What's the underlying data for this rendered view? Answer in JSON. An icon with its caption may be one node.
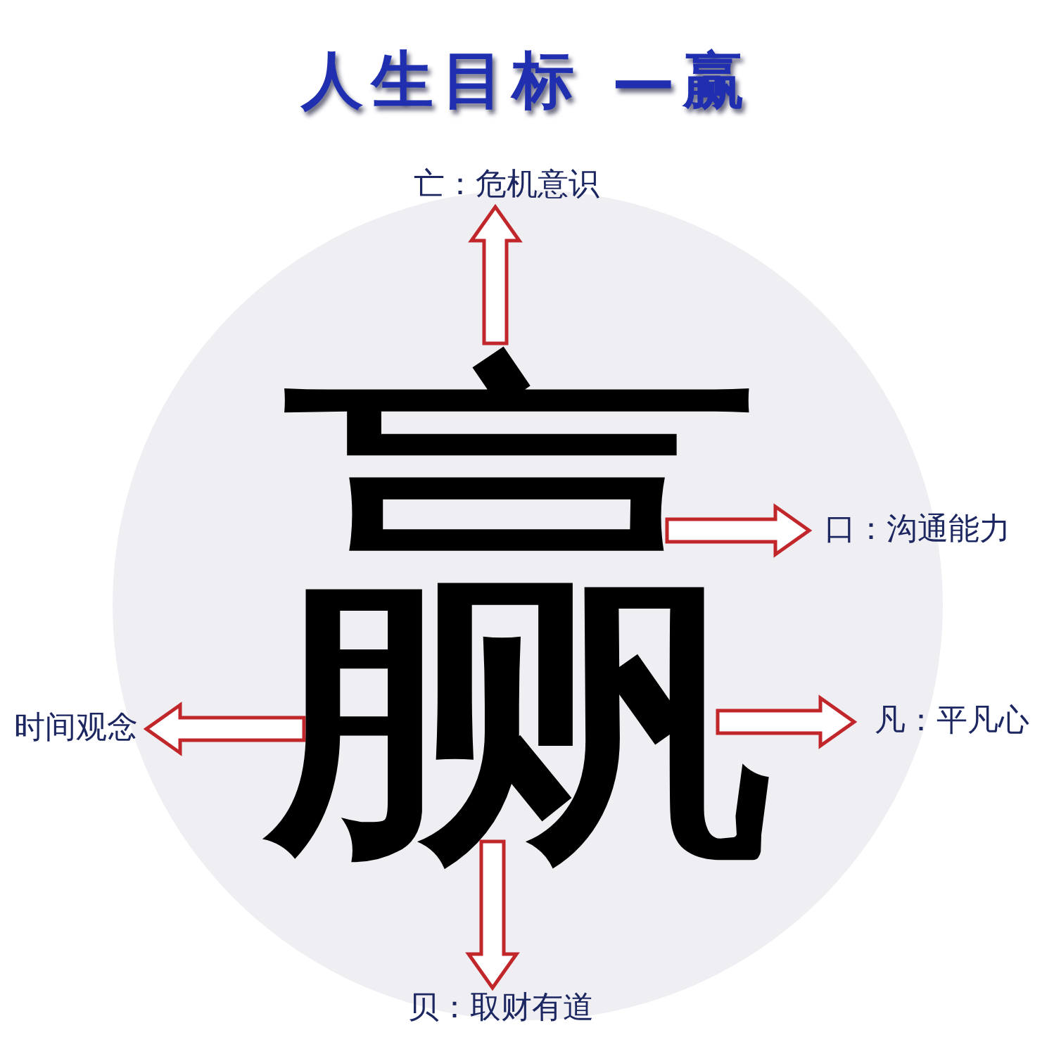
{
  "diagram": {
    "title": "人生目标 —赢",
    "nodes": [
      {
        "text": [
          "赢"
        ]
      },
      {
        "text": [
          "亡：危机意识"
        ]
      },
      {
        "text": [
          "口：沟通能力"
        ]
      },
      {
        "text": [
          "时间观念"
        ]
      },
      {
        "text": [
          "凡：平凡心"
        ]
      },
      {
        "text": [
          "贝：取财有道"
        ]
      }
    ],
    "edges": [
      {
        "from": 0,
        "to": 1,
        "arrow": "to"
      },
      {
        "from": 0,
        "to": 2,
        "arrow": "to"
      },
      {
        "from": 0,
        "to": 3,
        "arrow": "to"
      },
      {
        "from": 0,
        "to": 4,
        "arrow": "to"
      },
      {
        "from": 0,
        "to": 5,
        "arrow": "to"
      }
    ]
  }
}
